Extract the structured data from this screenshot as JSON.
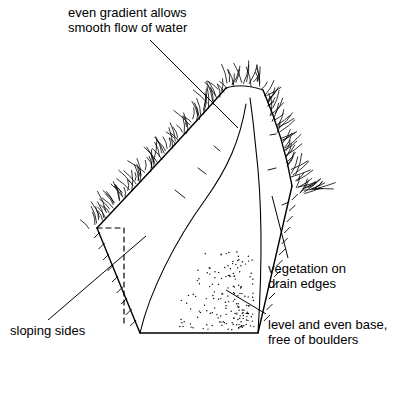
{
  "diagram": {
    "labels": [
      "even gradient allows smooth flow of water",
      "vegetation on drain edges",
      "sloping sides",
      "level and even base, free of boulders"
    ]
  }
}
